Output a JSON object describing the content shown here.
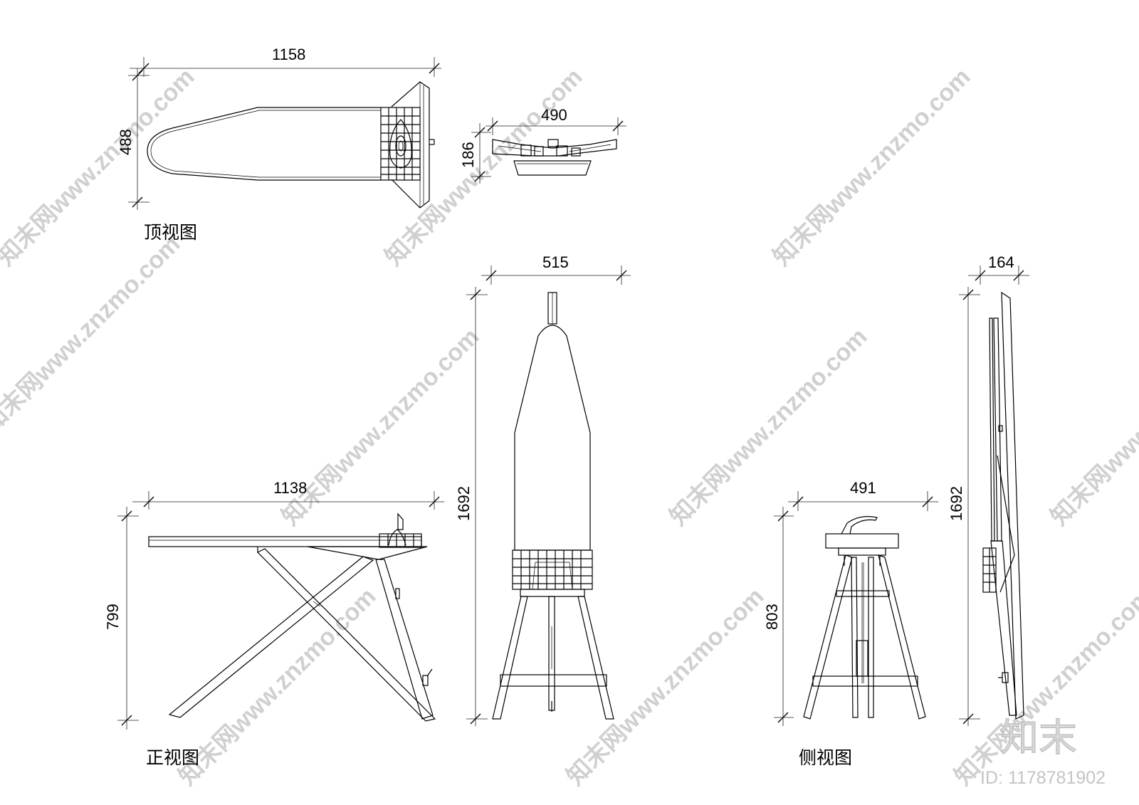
{
  "views": {
    "top": {
      "label": "顶视图",
      "length_dim": "1158",
      "width_dim": "488"
    },
    "top_end": {
      "width_dim": "490",
      "height_dim": "186"
    },
    "front": {
      "label": "正视图",
      "length_dim": "1138",
      "height_dim": "799"
    },
    "folded_front": {
      "width_dim": "515",
      "height_dim": "1692"
    },
    "side": {
      "label": "侧视图",
      "width_dim": "491",
      "height_dim": "803"
    },
    "folded_side": {
      "depth_dim": "164",
      "height_dim": "1692"
    }
  },
  "watermark": {
    "text": "知末网www.znzmo.com",
    "logo": "知末",
    "image_id": "ID: 1178781902"
  }
}
